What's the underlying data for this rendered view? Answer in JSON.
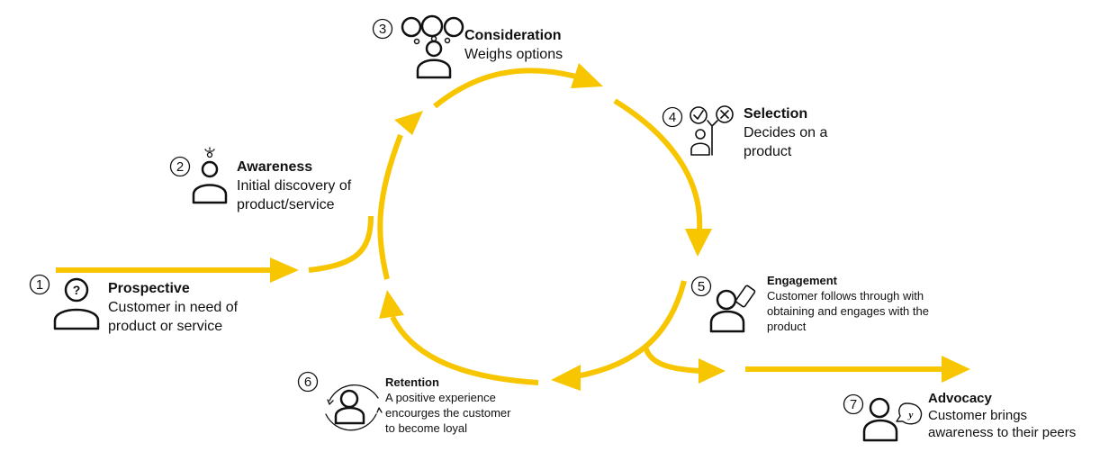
{
  "colors": {
    "arrow": "#f7c600",
    "ink": "#111111",
    "background": "#ffffff"
  },
  "stages": [
    {
      "number": "1",
      "title": "Prospective",
      "description": [
        "Customer in need of",
        "product or service"
      ],
      "icon": "question-person-icon"
    },
    {
      "number": "2",
      "title": "Awareness",
      "description": [
        "Initial discovery of",
        "product/service"
      ],
      "icon": "lightbulb-person-icon"
    },
    {
      "number": "3",
      "title": "Consideration",
      "description": [
        "Weighs options"
      ],
      "icon": "thought-bubbles-person-icon"
    },
    {
      "number": "4",
      "title": "Selection",
      "description": [
        "Decides on a",
        "product"
      ],
      "icon": "check-or-cross-person-icon"
    },
    {
      "number": "5",
      "title": "Engagement",
      "description": [
        "Customer follows through with",
        "obtaining and engages with the",
        "product"
      ],
      "icon": "phone-person-icon"
    },
    {
      "number": "6",
      "title": "Retention",
      "description": [
        "A positive experience",
        "encourges the customer",
        "to become loyal"
      ],
      "icon": "loop-person-icon"
    },
    {
      "number": "7",
      "title": "Advocacy",
      "description": [
        "Customer brings",
        "awareness to their peers"
      ],
      "icon": "speech-person-icon"
    }
  ]
}
